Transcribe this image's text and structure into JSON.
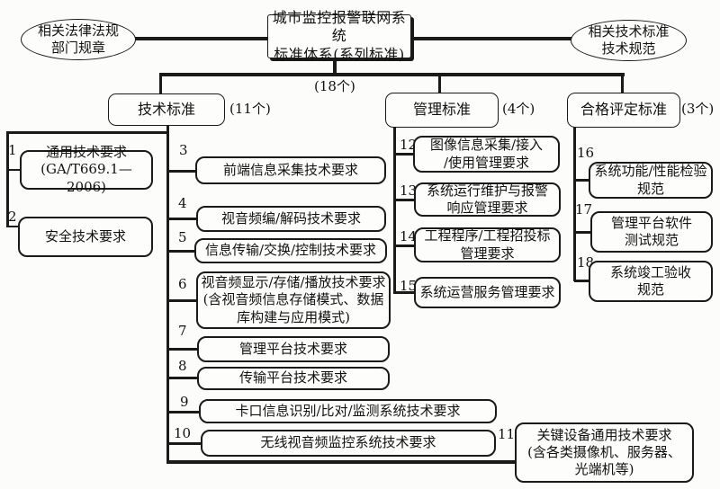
{
  "diagram": {
    "root": {
      "title": "城市监控报警联网系统\n标准体系(系列标准)",
      "count": "(18个)"
    },
    "left_ellipse": "相关法律法规\n部门规章",
    "right_ellipse": "相关技术标准\n技术规范",
    "categories": [
      {
        "label": "技术标准",
        "count": "(11个)"
      },
      {
        "label": "管理标准",
        "count": "(4个)"
      },
      {
        "label": "合格评定标准",
        "count": "(3个)"
      }
    ],
    "items": [
      {
        "num": "1",
        "text": "通用技术要求\n(GA/T669.1—2006)"
      },
      {
        "num": "2",
        "text": "安全技术要求"
      },
      {
        "num": "3",
        "text": "前端信息采集技术要求"
      },
      {
        "num": "4",
        "text": "视音频编/解码技术要求"
      },
      {
        "num": "5",
        "text": "信息传输/交换/控制技术要求"
      },
      {
        "num": "6",
        "text": "视音频显示/存储/播放技术要求\n(含视音频信息存储模式、数据\n库构建与应用模式)"
      },
      {
        "num": "7",
        "text": "管理平台技术要求"
      },
      {
        "num": "8",
        "text": "传输平台技术要求"
      },
      {
        "num": "9",
        "text": "卡口信息识别/比对/监测系统技术要求"
      },
      {
        "num": "10",
        "text": "无线视音频监控系统技术要求"
      },
      {
        "num": "11",
        "text": "关键设备通用技术要求\n(含各类摄像机、服务器、\n光端机等)"
      },
      {
        "num": "12",
        "text": "图像信息采集/接入\n/使用管理要求"
      },
      {
        "num": "13",
        "text": "系统运行维护与报警\n响应管理要求"
      },
      {
        "num": "14",
        "text": "工程程序/工程招投标\n管理要求"
      },
      {
        "num": "15",
        "text": "系统运营服务管理要求"
      },
      {
        "num": "16",
        "text": "系统功能/性能检验\n规范"
      },
      {
        "num": "17",
        "text": "管理平台软件\n测试规范"
      },
      {
        "num": "18",
        "text": "系统竣工验收\n规范"
      }
    ],
    "colors": {
      "line": "#1a1a1a",
      "background": "#fcfcfa"
    }
  }
}
